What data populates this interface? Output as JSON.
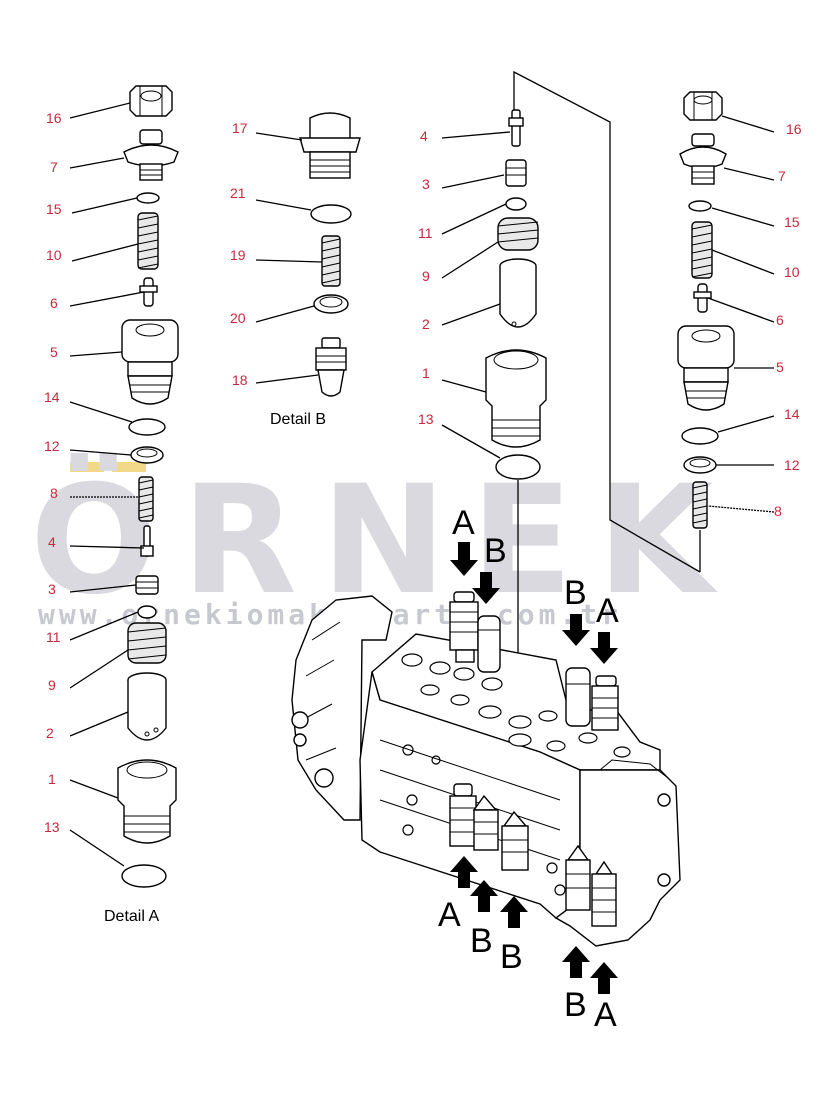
{
  "watermark": {
    "brand": "ÖRNEK",
    "url": "www.ornekiomakbalarth.com.tr"
  },
  "captions": {
    "detail_a": "Detail A",
    "detail_b": "Detail B"
  },
  "detail_a_callouts": [
    "16",
    "7",
    "15",
    "10",
    "6",
    "5",
    "14",
    "12",
    "8",
    "4",
    "3",
    "11",
    "9",
    "2",
    "1",
    "13"
  ],
  "detail_b_callouts": [
    "17",
    "21",
    "19",
    "20",
    "18"
  ],
  "center_callouts": [
    "4",
    "3",
    "11",
    "9",
    "2",
    "1",
    "13"
  ],
  "right_callouts": [
    "16",
    "7",
    "15",
    "10",
    "6",
    "5",
    "14",
    "12",
    "8"
  ],
  "arrow_labels": {
    "top_a": "A",
    "top_b": "B",
    "right_top_b": "B",
    "right_top_a": "A",
    "mid_a": "A",
    "mid_b1": "B",
    "mid_b2": "B",
    "low_b": "B",
    "low_a": "A"
  },
  "colors": {
    "callout": "#c8283c",
    "watermark": "#d9d9df",
    "watermark_accent": "#f2d98a",
    "line": "#000000"
  }
}
